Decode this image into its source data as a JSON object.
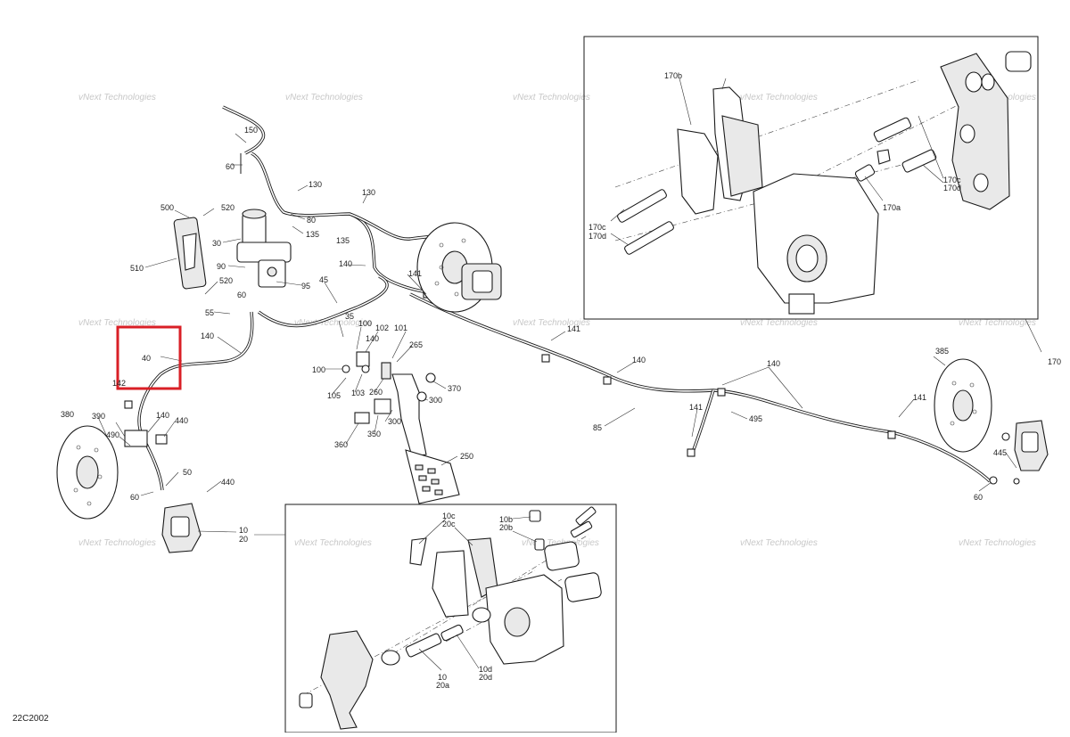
{
  "diagram_code": "22C2002",
  "watermark_text": "vNext Technologies",
  "highlight": {
    "label": "40",
    "color": "#d91f26"
  },
  "callouts": [
    "150",
    "60",
    "130",
    "130",
    "500",
    "520",
    "80",
    "135",
    "135",
    "30",
    "140",
    "510",
    "90",
    "141",
    "520",
    "95",
    "45",
    "60",
    "55",
    "35",
    "100",
    "102",
    "101",
    "140",
    "40",
    "140",
    "265",
    "100",
    "105",
    "103",
    "260",
    "370",
    "142",
    "300",
    "140",
    "440",
    "380",
    "390",
    "490",
    "360",
    "350",
    "300",
    "50",
    "440",
    "60",
    "250",
    "10",
    "20",
    "10c",
    "20c",
    "10b",
    "20b",
    "10",
    "20a",
    "10d",
    "20d",
    "141",
    "140",
    "85",
    "141",
    "140",
    "495",
    "141",
    "170",
    "385",
    "445",
    "60",
    "170b",
    "170c",
    "170d",
    "170a",
    "170c",
    "170d"
  ]
}
